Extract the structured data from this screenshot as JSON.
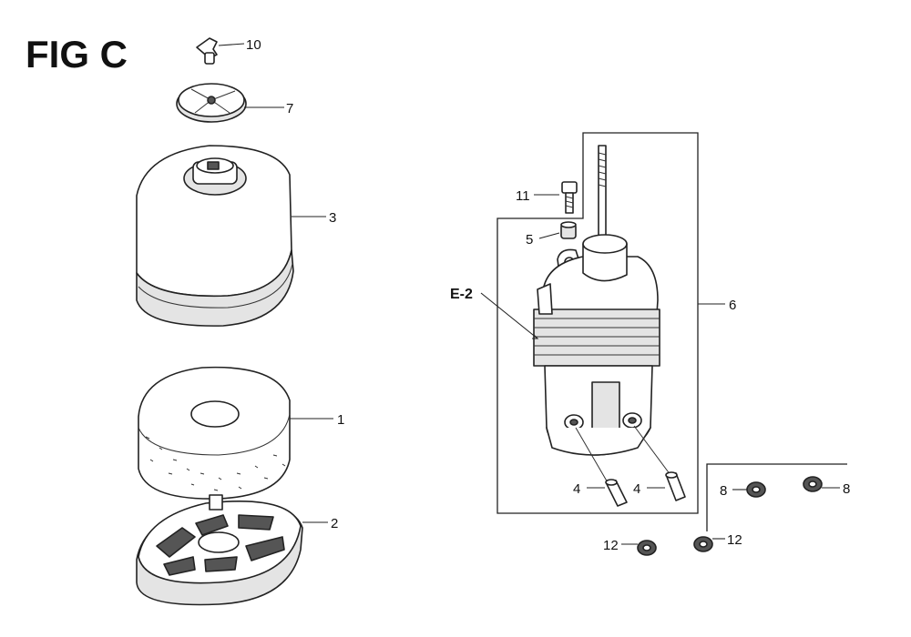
{
  "figure": {
    "title": "FIG C"
  },
  "callouts": {
    "c10": "10",
    "c7": "7",
    "c3": "3",
    "c1": "1",
    "c2": "2",
    "c11": "11",
    "c5": "5",
    "c6": "6",
    "e2": "E-2",
    "c4a": "4",
    "c4b": "4",
    "c12a": "12",
    "c12b": "12",
    "c8a": "8",
    "c8b": "8"
  }
}
